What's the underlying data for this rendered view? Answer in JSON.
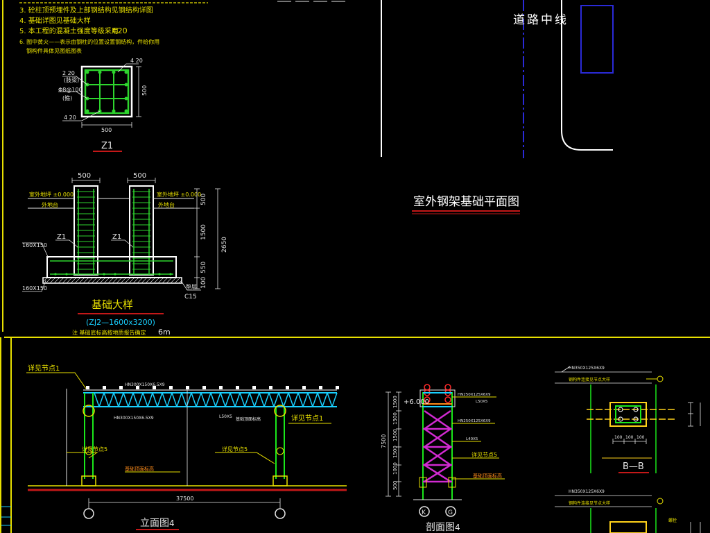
{
  "colors": {
    "background": "#000000",
    "frame": "#e8e000",
    "concrete": "#ffffff",
    "rebar": "#2ed52e",
    "dim": "#e6e6e6",
    "note": "#e8e000",
    "road": "#ffffff",
    "centerline": "#2a2ad8",
    "truss": "#18d0ff",
    "diag": "#d22ad2",
    "column": "#1ae81a",
    "title_line": "#c41818",
    "leader": "#e8e000",
    "label_orange": "#ff8c1a",
    "label_red": "#ff2a2a"
  },
  "notes": {
    "n3": "3. 砼柱顶预埋件及上部钢结构见钢结构详图",
    "n4": "4. 基础详图见基础大样",
    "n5a": "5. 本工程的混凝土强度等级采用",
    "n5b": "C20",
    "n6a": "6. 图中黄火——表示由钢柱的位置设置钢结构，件给你用",
    "n6b": "钢构件具体见图纸图表"
  },
  "z1_section": {
    "top": "4 20",
    "side1": "2 20",
    "side1b": "(肢梁)",
    "side2": "Φ8@100",
    "side2b": "(箍)",
    "bottom": "4 20",
    "width": "500",
    "height": "500",
    "title": "Z1"
  },
  "foundation": {
    "dim_left": "500",
    "dim_right": "500",
    "level1_left": "室外地坪 ±0.000",
    "level2_left": "外地台",
    "level1_right": "室外地坪 ±0.000",
    "level2_right": "外地台",
    "z1a": "Z1",
    "z1b": "Z1",
    "tie1": "160X150",
    "tie2": "160X150",
    "d1": "500",
    "d2": "1500",
    "d3": "550",
    "d4": "100",
    "total": "2650",
    "c15": "C15",
    "pad": "垫层",
    "title": "基础大样",
    "subtitle": "(ZJ2—1600x3200)",
    "remark_a": "注  基础底标高按地质报告确定",
    "remark_b": "6m"
  },
  "plan": {
    "road_label": "道路中线",
    "title": "室外钢架基础平面图"
  },
  "elevation": {
    "detail_left": "详见节点1",
    "detail_right": "详见节点1",
    "node5_left": "详见节点5",
    "node5_mid": "详见节点5",
    "span": "37500",
    "beam_top": "HN300X150X6.5X9",
    "beam_mid": "HN300X150X6.5X9",
    "column_tag": "L50X5",
    "foot_tag": "基础顶面标高",
    "foot_tag2": "基础顶面标高",
    "title": "立面图",
    "title_num": "4"
  },
  "section": {
    "elev": "+6.000",
    "total": "7500",
    "d1": "1500",
    "d2": "1500",
    "d3": "1500",
    "d4": "1500",
    "d5": "1000",
    "d6": "500",
    "t1": "HN250X125X6X9",
    "t2": "HN250X125X6X9",
    "t3": "L40X5",
    "t4": "L50X5",
    "node": "详见节点5",
    "foot": "基础顶面标高",
    "axis_k": "K",
    "axis_g": "G",
    "title": "剖面图",
    "title_num": "4"
  },
  "bb": {
    "tag1": "HN350X125X6X9",
    "tag1b": "HN350X125X6X9",
    "label1": "钢构件连接见节点大样",
    "label2": "钢构件连接见节点大样",
    "bolt": "螺栓",
    "d1": "100",
    "d2": "100",
    "d3": "100",
    "title": "B—B"
  }
}
